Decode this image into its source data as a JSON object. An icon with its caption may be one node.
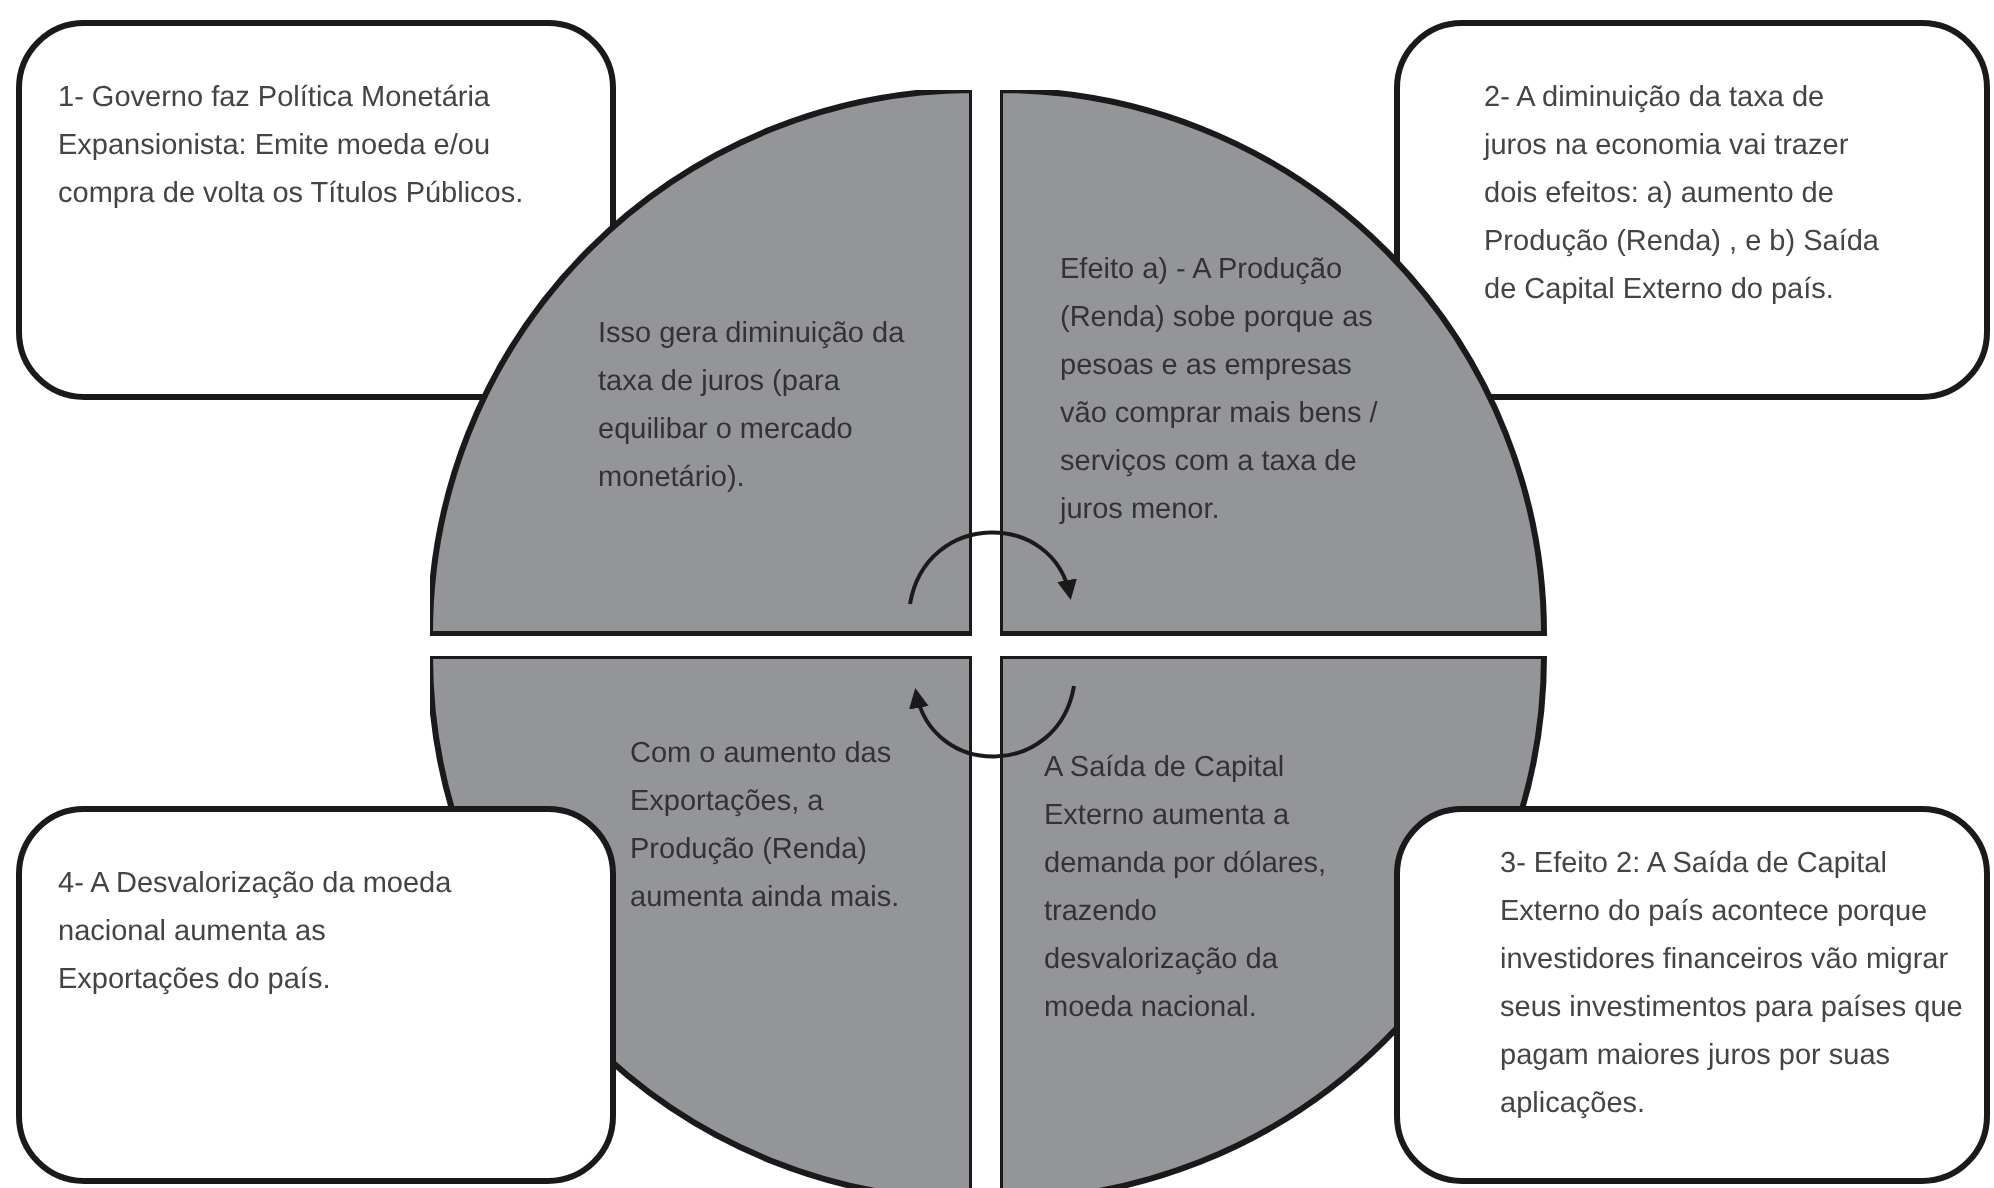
{
  "diagram": {
    "nodes": [
      {
        "text": [
          "1- Governo faz Política Monetária Expansionista: Emite moeda e/ou compra de volta os Títulos Públicos."
        ]
      },
      {
        "text": [
          "2- A diminuição da taxa de juros na economia vai trazer dois efeitos: a) aumento de Produção (Renda) , e b) Saída de Capital Externo do país."
        ]
      },
      {
        "text": [
          "Isso gera diminuição da taxa de juros (para equilibar o mercado monetário)."
        ]
      },
      {
        "text": [
          "Efeito a) - A Produção (Renda) sobe porque as pesoas e as empresas vão comprar mais bens / serviços com a taxa de juros menor."
        ]
      },
      {
        "text": [
          "Com o aumento das Exportações, a Produção (Renda) aumenta ainda mais."
        ]
      },
      {
        "text": [
          "A Saída de Capital Externo aumenta a demanda por dólares, trazendo desvalorização da moeda nacional."
        ]
      },
      {
        "text": [
          "4- A Desvalorização da moeda nacional aumenta as Exportações do país."
        ]
      },
      {
        "text": [
          "3- Efeito 2: A Saída de Capital Externo do país acontece porque investidores financeiros vão migrar seus investimentos para países que pagam maiores juros por suas aplicações."
        ]
      }
    ],
    "edges": [
      {
        "from": 2,
        "to": 3,
        "arrow": "to"
      },
      {
        "from": 5,
        "to": 4,
        "arrow": "to"
      }
    ]
  }
}
